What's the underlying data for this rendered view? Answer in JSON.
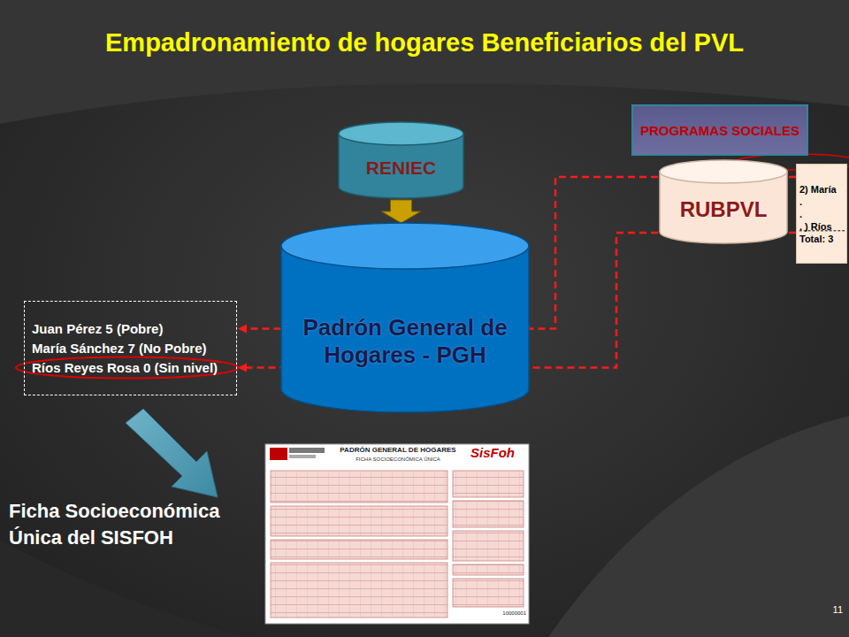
{
  "diagram": {
    "title": "Empadronamiento de hogares Beneficiarios del PVL",
    "nodes": [
      {
        "text": [
          "PROGRAMAS SOCIALES"
        ]
      },
      {
        "text": [
          "RENIEC"
        ]
      },
      {
        "text": [
          "RUBPVL"
        ]
      },
      {
        "text": [
          "2) María",
          ".",
          ".",
          ". ) Ríos",
          "Total: 3"
        ]
      },
      {
        "text": [
          "Padrón General de Hogares - PGH"
        ]
      },
      {
        "text": [
          "Juan Pérez 5 (Pobre)",
          "María Sánchez 7 (No Pobre)",
          "Ríos Reyes Rosa 0 (Sin nivel)"
        ]
      }
    ],
    "edges": [
      {
        "from": 1,
        "to": 4,
        "arrow": "to"
      },
      {
        "from": 3,
        "to": 5,
        "arrow": "to"
      },
      {
        "from": 3,
        "to": 5,
        "arrow": "to"
      }
    ],
    "labels": [
      "PADRÓN GENERAL DE HOGARES",
      "FICHA SOCIOECONÓMICA ÚNICA",
      "SisFoh",
      "10000001",
      "Ficha Socioeconómica Única del SISFOH",
      "11"
    ]
  }
}
